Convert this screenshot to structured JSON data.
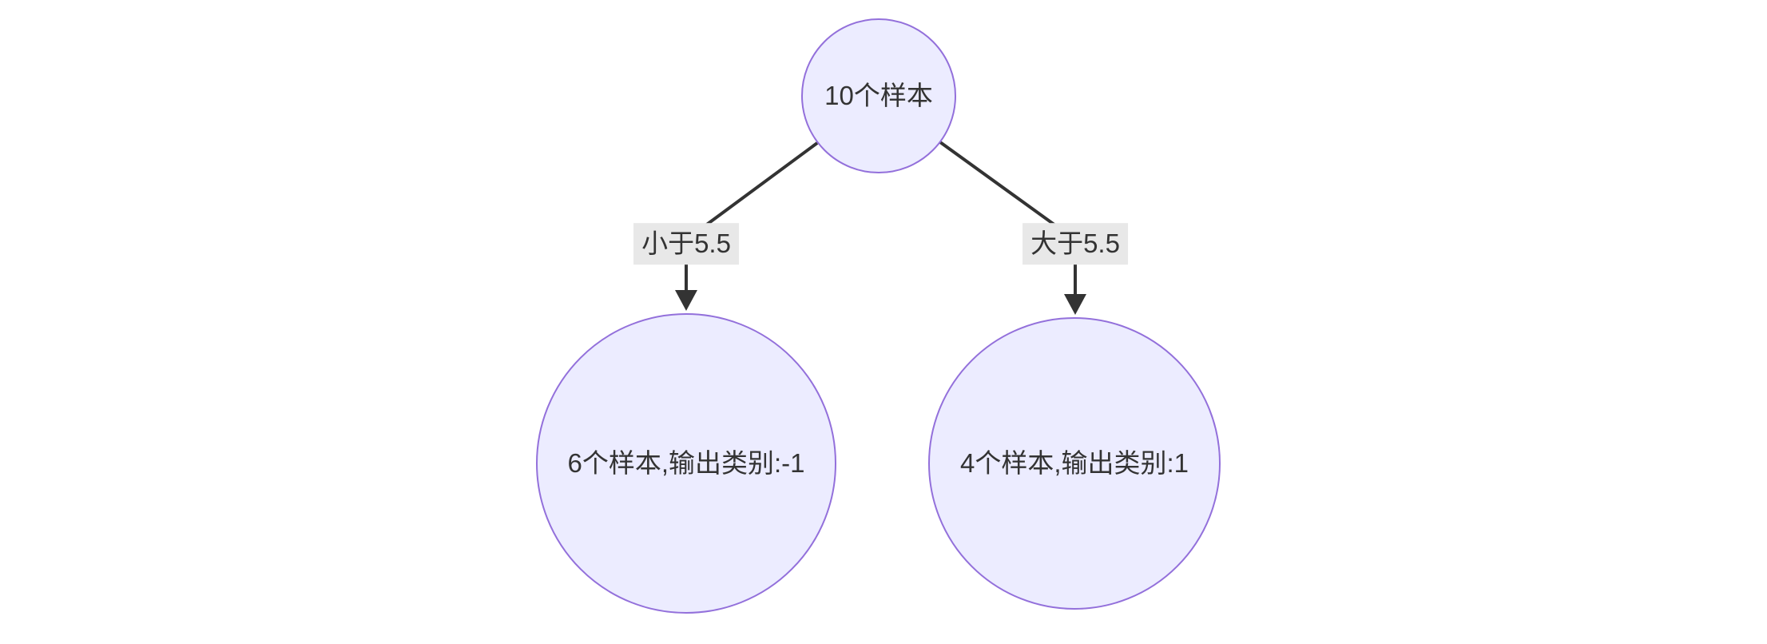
{
  "diagram": {
    "type": "decision-tree-flowchart",
    "colors": {
      "background": "#ffffff",
      "node_fill": "#ECECFF",
      "node_border": "#9370DB",
      "edge_line": "#333333",
      "edge_label_background": "#e8e8e8",
      "text": "#333333"
    },
    "root_node": {
      "label": "10个样本"
    },
    "branches": [
      {
        "edge_label": "小于5.5",
        "leaf_label": "6个样本,输出类别:-1"
      },
      {
        "edge_label": "大于5.5",
        "leaf_label": "4个样本,输出类别:1"
      }
    ]
  }
}
